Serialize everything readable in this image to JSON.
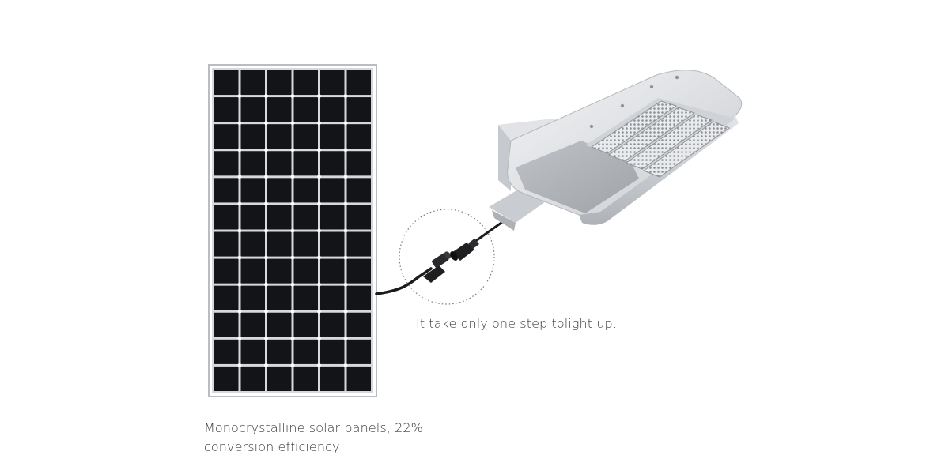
{
  "captions": {
    "connector": "It take only one step tolight up.",
    "panel_line1": "Monocrystalline solar panels, 22%",
    "panel_line2": "conversion efficiency"
  },
  "solar_panel": {
    "cell_columns": 6,
    "cell_rows": 12,
    "frame_color": "#b9bcc0",
    "cell_color": "#121418",
    "grid_color": "#d6d8dc"
  },
  "street_light": {
    "housing_color": "#d7d9dc",
    "led_module_count": 4
  },
  "cable": {
    "color": "#1c1c1c"
  }
}
